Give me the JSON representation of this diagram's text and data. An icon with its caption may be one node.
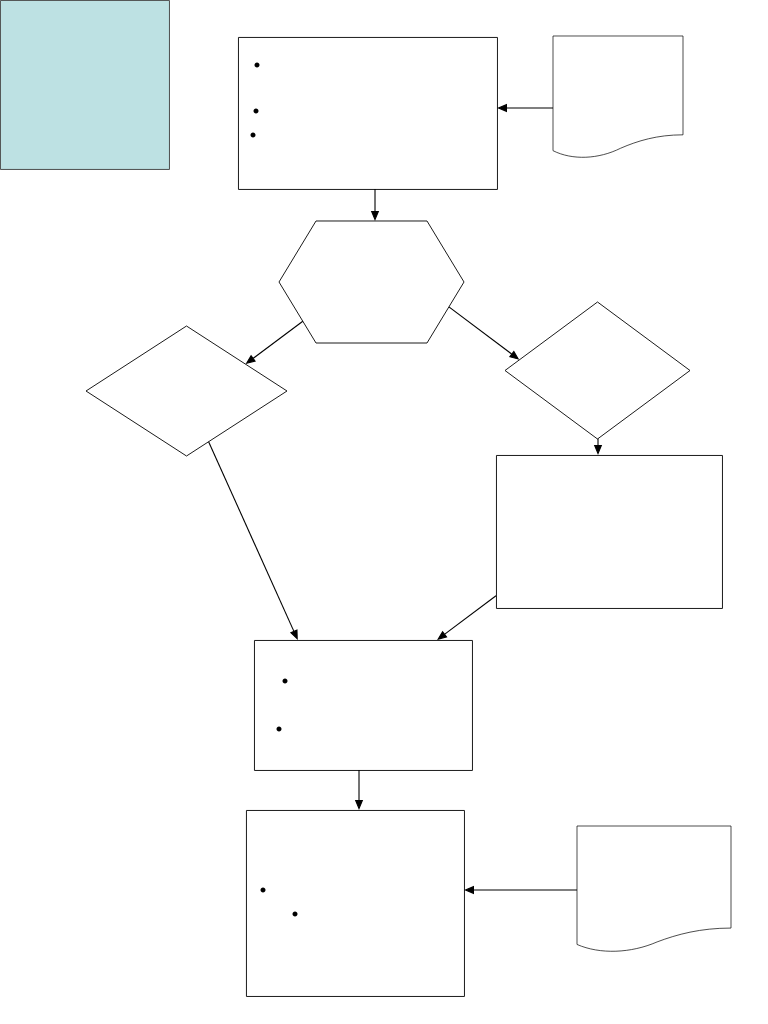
{
  "diagram": {
    "nodes": [
      {
        "text": [],
        "shape": "box"
      },
      {
        "text": [],
        "shape": "box"
      },
      {
        "text": [],
        "shape": "document"
      },
      {
        "text": [],
        "shape": "hexagon"
      },
      {
        "text": [],
        "shape": "diamond"
      },
      {
        "text": [],
        "shape": "diamond"
      },
      {
        "text": [],
        "shape": "box"
      },
      {
        "text": [],
        "shape": "box"
      },
      {
        "text": [],
        "shape": "box"
      },
      {
        "text": [],
        "shape": "document"
      }
    ],
    "edges": [
      {
        "from": 2,
        "to": 1,
        "arrow": "to"
      },
      {
        "from": 1,
        "to": 3,
        "arrow": "to"
      },
      {
        "from": 3,
        "to": 4,
        "arrow": "to"
      },
      {
        "from": 3,
        "to": 5,
        "arrow": "to"
      },
      {
        "from": 5,
        "to": 6,
        "arrow": "to"
      },
      {
        "from": 4,
        "to": 7,
        "arrow": "to"
      },
      {
        "from": 6,
        "to": 7,
        "arrow": "to"
      },
      {
        "from": 7,
        "to": 8,
        "arrow": "to"
      },
      {
        "from": 9,
        "to": 8,
        "arrow": "to"
      }
    ]
  }
}
